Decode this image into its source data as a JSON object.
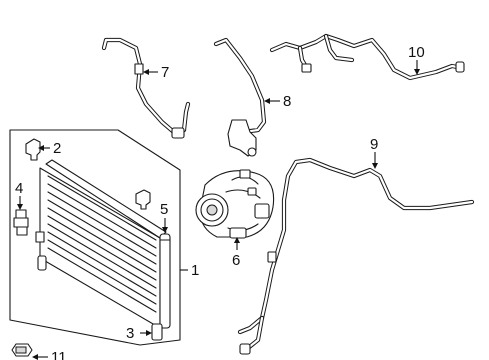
{
  "callouts": [
    {
      "id": "1",
      "label": "1"
    },
    {
      "id": "2",
      "label": "2"
    },
    {
      "id": "3",
      "label": "3"
    },
    {
      "id": "4",
      "label": "4"
    },
    {
      "id": "5",
      "label": "5"
    },
    {
      "id": "6",
      "label": "6"
    },
    {
      "id": "7",
      "label": "7"
    },
    {
      "id": "8",
      "label": "8"
    },
    {
      "id": "9",
      "label": "9"
    },
    {
      "id": "10",
      "label": "10"
    },
    {
      "id": "11",
      "label": "11"
    }
  ],
  "colors": {
    "line": "#1a1a1a",
    "background": "#ffffff",
    "shade": "#d9d9d9"
  }
}
